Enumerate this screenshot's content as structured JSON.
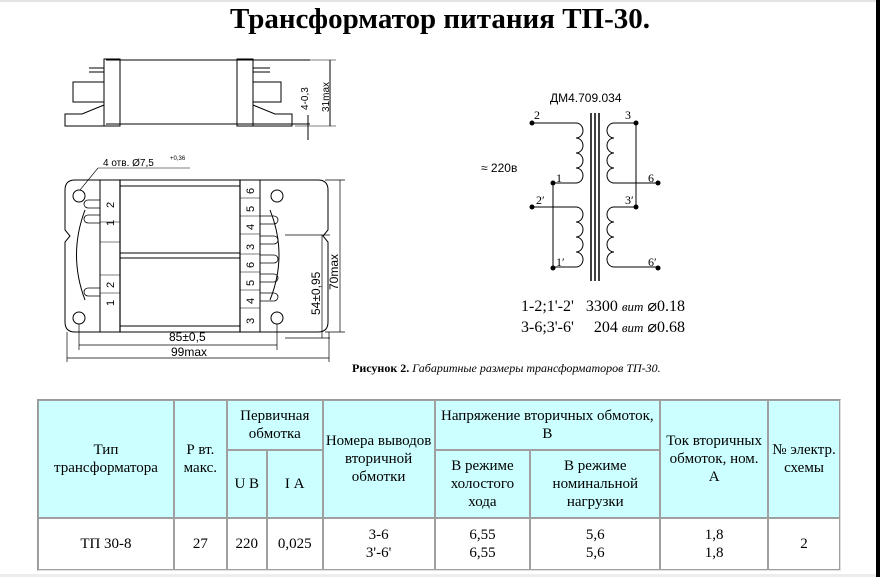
{
  "title": "Трансформатор питания ТП-30.",
  "drawing": {
    "holes_note": "4 отв. Ø7,5",
    "holes_tolerance": "+0,36",
    "dim_height_small": "4-0,3",
    "dim_height_max": "31max",
    "dim_mount_vertical": "54±0,95",
    "dim_total_vertical": "70max",
    "dim_mount_horizontal": "85±0,5",
    "dim_total_horizontal": "99max",
    "left_pins_top": [
      "2",
      "1"
    ],
    "left_pins_bottom": [
      "2",
      "1"
    ],
    "right_pins": [
      "6",
      "5",
      "4",
      "3",
      "6",
      "5",
      "4",
      "3"
    ]
  },
  "schematic": {
    "designation": "ДМ4.709.034",
    "input_label": "≈ 220в",
    "pins": {
      "p2": "2",
      "p1": "1",
      "p2b": "2′",
      "p1b": "1′",
      "p3": "3",
      "p6": "6",
      "p3b": "3′",
      "p6b": "6′"
    }
  },
  "winding_spec": [
    {
      "pins": "1-2;1'-2'",
      "turns": "3300",
      "unit": "вит",
      "wire": "⌀0.18"
    },
    {
      "pins": "3-6;3'-6'",
      "turns": "204",
      "unit": "вит",
      "wire": "⌀0.68"
    }
  ],
  "caption": {
    "label": "Рисунок 2.",
    "text": " Габаритные размеры трансформаторов ТП-30."
  },
  "table": {
    "headers": {
      "type": "Тип трансформатора",
      "power": "Р вт. макс.",
      "primary": "Первичная обмотка",
      "primary_u": "U В",
      "primary_i": "I А",
      "secondary_pins": "Номера выводов вторичной обмотки",
      "secondary_voltage": "Напряжение вторичных обмоток, В",
      "idle": "В режиме холостого хода",
      "nominal": "В режиме номинальной нагрузки",
      "current": "Ток вторичных обмоток, ном. А",
      "scheme": "№ электр. схемы"
    },
    "rows": [
      {
        "type": "ТП 30-8",
        "power": "27",
        "u": "220",
        "i": "0,025",
        "pins_1": "3-6",
        "pins_2": "3'-6'",
        "idle_1": "6,55",
        "idle_2": "6,55",
        "nominal_1": "5,6",
        "nominal_2": "5,6",
        "current_1": "1,8",
        "current_2": "1,8",
        "scheme": "2"
      }
    ],
    "colors": {
      "header_bg": "#ccffff",
      "border": "#a0a0a0"
    }
  }
}
